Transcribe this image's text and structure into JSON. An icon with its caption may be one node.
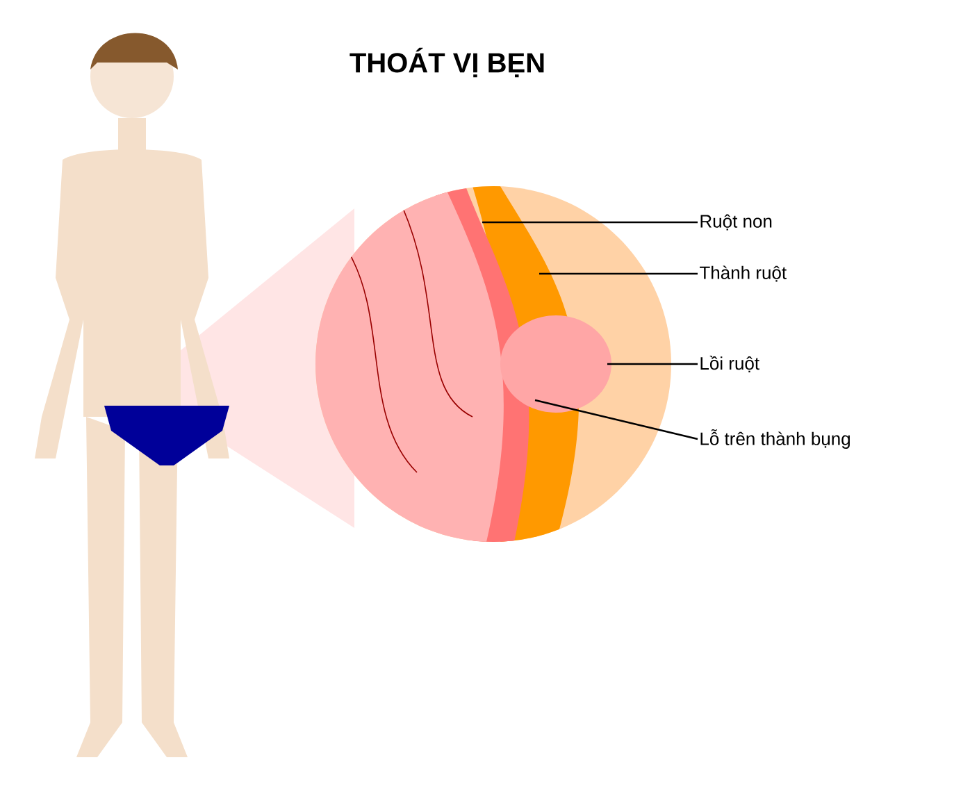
{
  "diagram": {
    "title": "THOÁT VỊ BẸN",
    "nodes": [
      {
        "text": [
          "Ruột non"
        ]
      },
      {
        "text": [
          "Thành ruột"
        ]
      },
      {
        "text": [
          "Lồi ruột"
        ]
      },
      {
        "text": [
          "Lỗ trên thành bụng"
        ]
      }
    ],
    "edges": [
      {
        "from": 0,
        "to": null,
        "arrow": "none"
      },
      {
        "from": 1,
        "to": null,
        "arrow": "none"
      },
      {
        "from": 2,
        "to": null,
        "arrow": "none"
      },
      {
        "from": 3,
        "to": null,
        "arrow": "none"
      }
    ]
  }
}
